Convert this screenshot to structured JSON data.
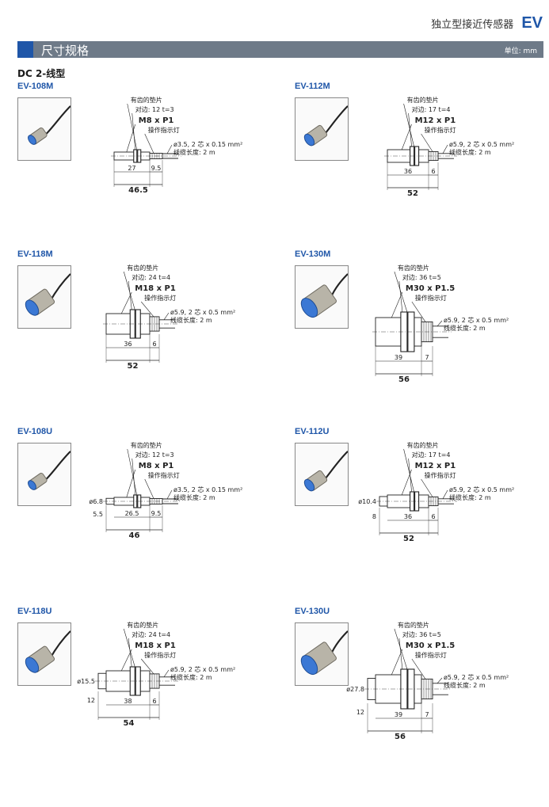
{
  "header": {
    "category": "独立型接近传感器",
    "code": "EV"
  },
  "section": {
    "title": "尺寸规格",
    "unit": "单位: mm"
  },
  "subtitle": "DC 2-线型",
  "models": [
    {
      "name": "EV-108M",
      "toothed_washer": "有齿的垫片",
      "across_flats": "对边: 12 t=3",
      "thread": "M8 x P1",
      "indicator": "操作指示灯",
      "cable": "ø3.5, 2 芯 x 0.15 mm²",
      "cable_length": "线缆长度: 2 m",
      "dim_body": "27",
      "dim_rear": "9.5",
      "dim_total": "46.5"
    },
    {
      "name": "EV-112M",
      "toothed_washer": "有齿的垫片",
      "across_flats": "对边: 17 t=4",
      "thread": "M12 x P1",
      "indicator": "操作指示灯",
      "cable": "ø5.9, 2 芯 x 0.5 mm²",
      "cable_length": "线缆长度: 2 m",
      "dim_body": "36",
      "dim_rear": "6",
      "dim_total": "52"
    },
    {
      "name": "EV-118M",
      "toothed_washer": "有齿的垫片",
      "across_flats": "对边: 24 t=4",
      "thread": "M18 x P1",
      "indicator": "操作指示灯",
      "cable": "ø5.9, 2 芯 x 0.5 mm²",
      "cable_length": "线缆长度: 2 m",
      "dim_body": "36",
      "dim_rear": "6",
      "dim_total": "52"
    },
    {
      "name": "EV-130M",
      "toothed_washer": "有齿的垫片",
      "across_flats": "对边: 36 t=5",
      "thread": "M30 x P1.5",
      "indicator": "操作指示灯",
      "cable": "ø5.9, 2 芯 x 0.5 mm²",
      "cable_length": "线缆长度: 2 m",
      "dim_body": "39",
      "dim_rear": "7",
      "dim_total": "56"
    },
    {
      "name": "EV-108U",
      "toothed_washer": "有齿的垫片",
      "across_flats": "对边: 12 t=3",
      "thread": "M8 x P1",
      "indicator": "操作指示灯",
      "cable": "ø3.5, 2 芯 x 0.15 mm²",
      "cable_length": "线缆长度: 2 m",
      "dim_dia": "ø6.8",
      "dim_head": "5.5",
      "dim_body": "26.5",
      "dim_rear": "9.5",
      "dim_total": "46"
    },
    {
      "name": "EV-112U",
      "toothed_washer": "有齿的垫片",
      "across_flats": "对边: 17 t=4",
      "thread": "M12 x P1",
      "indicator": "操作指示灯",
      "cable": "ø5.9, 2 芯 x 0.5 mm²",
      "cable_length": "线缆长度: 2 m",
      "dim_dia": "ø10.4",
      "dim_head": "8",
      "dim_body": "36",
      "dim_rear": "6",
      "dim_total": "52"
    },
    {
      "name": "EV-118U",
      "toothed_washer": "有齿的垫片",
      "across_flats": "对边: 24 t=4",
      "thread": "M18 x P1",
      "indicator": "操作指示灯",
      "cable": "ø5.9, 2 芯 x 0.5 mm²",
      "cable_length": "线缆长度: 2 m",
      "dim_dia": "ø15.5",
      "dim_head": "12",
      "dim_body": "38",
      "dim_rear": "6",
      "dim_total": "54"
    },
    {
      "name": "EV-130U",
      "toothed_washer": "有齿的垫片",
      "across_flats": "对边: 36 t=5",
      "thread": "M30 x P1.5",
      "indicator": "操作指示灯",
      "cable": "ø5.9, 2 芯 x 0.5 mm²",
      "cable_length": "线缆长度: 2 m",
      "dim_dia": "ø27.8",
      "dim_head": "12",
      "dim_body": "39",
      "dim_rear": "7",
      "dim_total": "56"
    }
  ]
}
